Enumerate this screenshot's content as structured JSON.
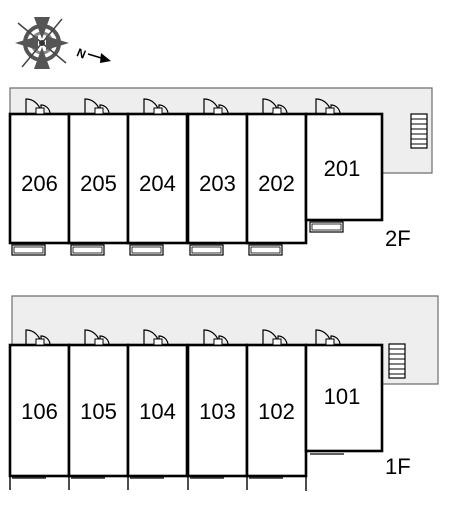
{
  "compass": {
    "icon": "compass-rose-icon",
    "north_label": "N"
  },
  "floor2": {
    "label": "2F",
    "units": [
      {
        "number": "206"
      },
      {
        "number": "205"
      },
      {
        "number": "204"
      },
      {
        "number": "203"
      },
      {
        "number": "202"
      },
      {
        "number": "201"
      }
    ],
    "stair_icon": "stairs-icon"
  },
  "floor1": {
    "label": "1F",
    "units": [
      {
        "number": "106"
      },
      {
        "number": "105"
      },
      {
        "number": "104"
      },
      {
        "number": "103"
      },
      {
        "number": "102"
      },
      {
        "number": "101"
      }
    ],
    "stair_icon": "stairs-icon"
  }
}
